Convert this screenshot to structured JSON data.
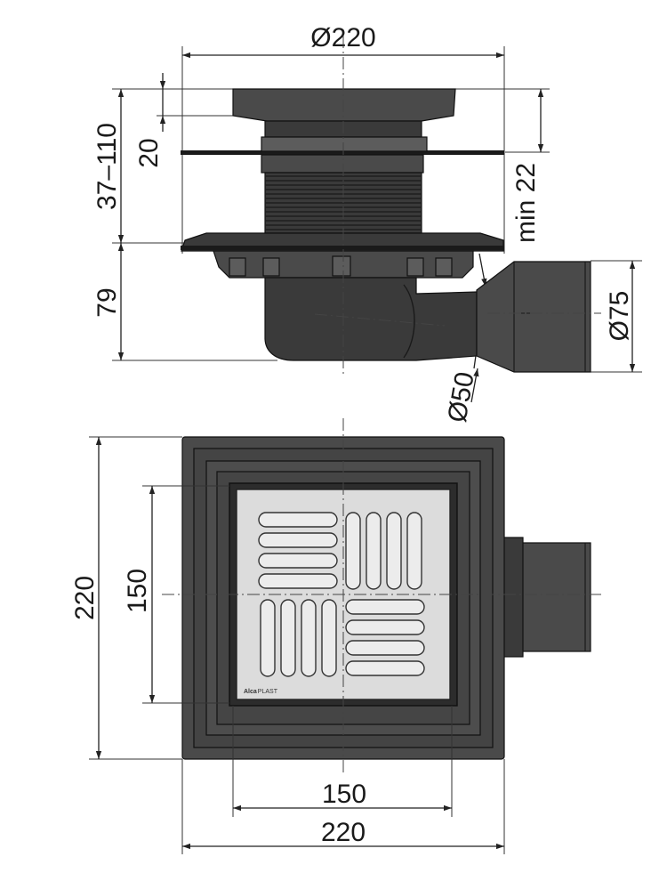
{
  "side_view": {
    "dim_width_top": "Ø220",
    "dim_height_adjust": "37–110",
    "dim_grate_height": "20",
    "dim_min": "min 22",
    "dim_body_height": "79",
    "dim_outlet_large": "Ø75",
    "dim_outlet_small": "Ø50"
  },
  "top_view": {
    "dim_height_outer": "220",
    "dim_height_grate": "150",
    "dim_width_grate": "150",
    "dim_width_outer": "220",
    "brand_name": "Alca",
    "brand_suffix": "PLAST"
  }
}
